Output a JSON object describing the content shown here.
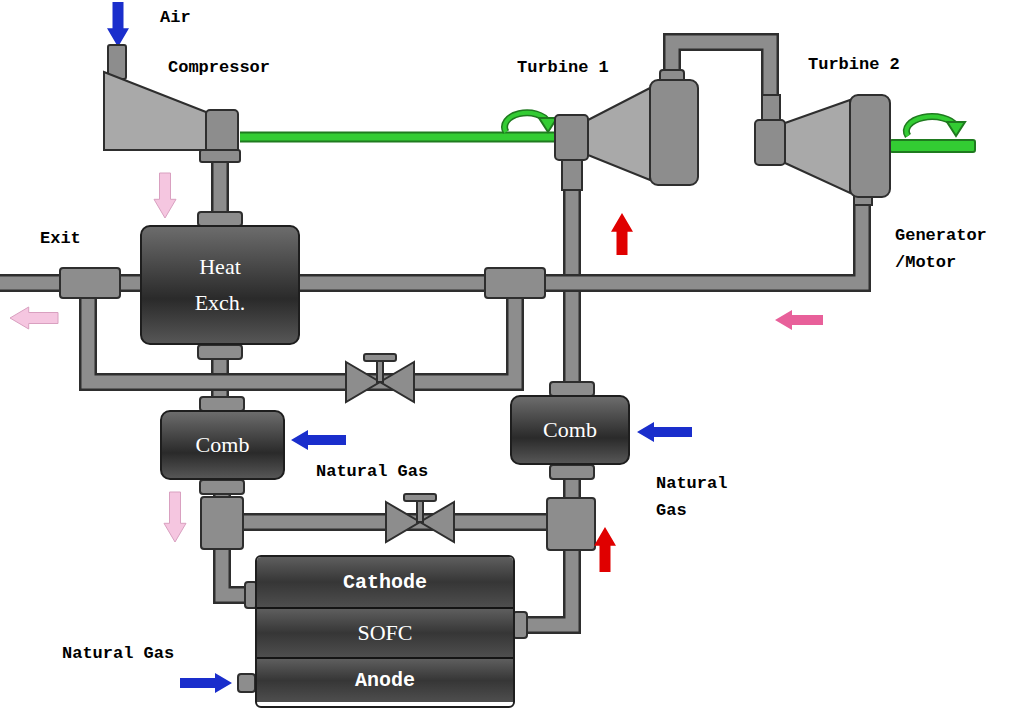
{
  "diagram": {
    "nodes": [
      {
        "text": [
          "Compressor"
        ]
      },
      {
        "text": [
          "Turbine 1"
        ]
      },
      {
        "text": [
          "Turbine 2"
        ]
      },
      {
        "text": [
          "Heat Exch."
        ]
      },
      {
        "text": [
          "Comb"
        ]
      },
      {
        "text": [
          "Comb"
        ]
      },
      {
        "text": [
          "Cathode",
          "SOFC",
          "Anode"
        ]
      }
    ],
    "edges": [
      {
        "from": 0,
        "to": 3,
        "arrow": "none"
      },
      {
        "from": 3,
        "to": 4,
        "arrow": "none"
      },
      {
        "from": 4,
        "to": 6,
        "arrow": "none"
      },
      {
        "from": 6,
        "to": 5,
        "arrow": "none"
      },
      {
        "from": 5,
        "to": 1,
        "arrow": "none"
      },
      {
        "from": 1,
        "to": 2,
        "arrow": "none"
      },
      {
        "from": 2,
        "to": 3,
        "arrow": "none"
      },
      {
        "from": 0,
        "to": 1,
        "arrow": "none"
      }
    ],
    "labels": [
      "Air",
      "Exit",
      "Generator /Motor",
      "Natural Gas",
      "Natural Gas",
      "Natural Gas"
    ]
  }
}
